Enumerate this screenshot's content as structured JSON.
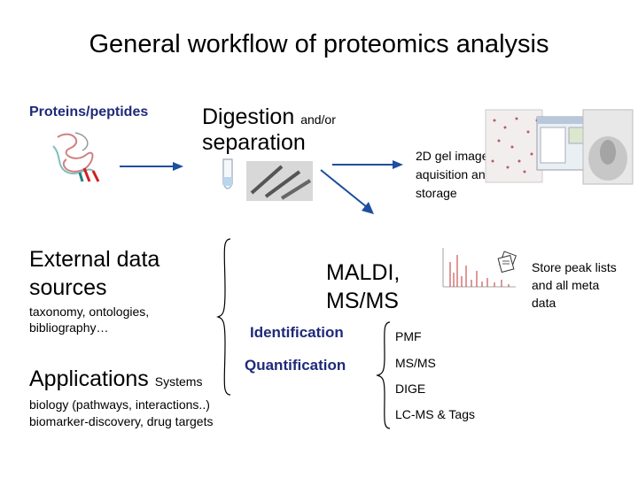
{
  "title": "General workflow of proteomics analysis",
  "proteins_label": "Proteins/peptides",
  "digestion": {
    "main": "Digestion",
    "andor": "and/or",
    "separation": "separation"
  },
  "gel_label": "2D gel image aquisition and storage",
  "external": {
    "heading": "External data sources",
    "detail": "taxonomy, ontologies, bibliography…"
  },
  "applications": {
    "heading": "Applications",
    "systems": "Systems",
    "detail": "biology (pathways, interactions..) biomarker-discovery, drug targets"
  },
  "maldi_label": "MALDI, MS/MS",
  "store_label": "Store peak lists and all meta data",
  "identification": "Identification",
  "quantification": "Quantification",
  "methods": [
    "PMF",
    "MS/MS",
    "DIGE",
    "LC-MS & Tags"
  ],
  "colors": {
    "arrow": "#1f4e9e",
    "label_blue": "#1f2a7a"
  },
  "icons": [
    "protein-structure-icon",
    "test-tube-icon",
    "chromatography-columns-icon",
    "gel-image-icon",
    "mass-spectrum-icon",
    "document-stack-icon"
  ]
}
